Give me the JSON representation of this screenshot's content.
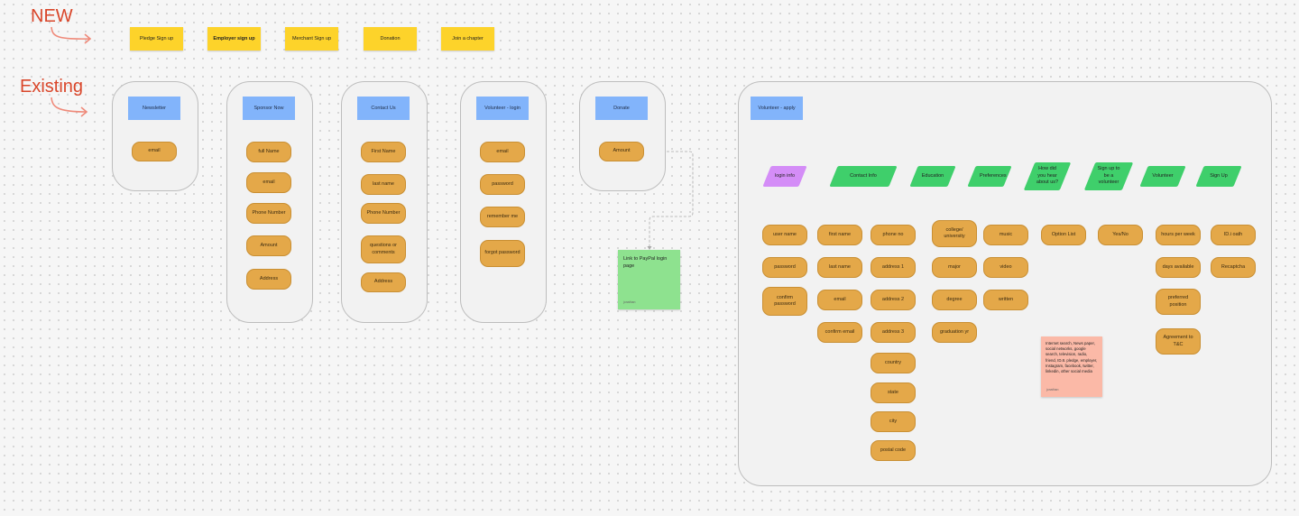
{
  "labels": {
    "new": "NEW",
    "existing": "Existing"
  },
  "new_flows": [
    {
      "label": "Pledge Sign up"
    },
    {
      "label": "Employer sign up"
    },
    {
      "label": "Merchant Sign up"
    },
    {
      "label": "Donation"
    },
    {
      "label": "Join a chapter"
    }
  ],
  "newsletter": {
    "title": "Newsletter",
    "steps": [
      "email"
    ]
  },
  "sponsor": {
    "title": "Sponsor Now",
    "steps": [
      "full Name",
      "email",
      "Phone Number",
      "Amount",
      "Address"
    ]
  },
  "contact": {
    "title": "Contact Us",
    "steps": [
      "First Name",
      "last name",
      "Phone Number",
      "questions or comments",
      "Address"
    ]
  },
  "volunteer_login": {
    "title": "Volunteer - login",
    "steps": [
      "email",
      "password",
      "remember me",
      "forgot password"
    ]
  },
  "donate": {
    "title": "Donate",
    "steps": [
      "Amount"
    ]
  },
  "paypal_note": {
    "text": "Link to PayPal login page",
    "author": "jonathan"
  },
  "apply": {
    "title": "Volunteer - apply",
    "categories": [
      "login info",
      "Contact Info",
      "Education",
      "Preferences",
      "How did you hear about us?",
      "Sign up to be a volunteer",
      "Volunteer",
      "Sign Up"
    ],
    "login_steps": [
      "user name",
      "password",
      "confirm password"
    ],
    "contact_left": [
      "first name",
      "last name",
      "email",
      "confirm email"
    ],
    "contact_right": [
      "phone no",
      "address 1",
      "address 2",
      "address 3",
      "country",
      "state",
      "city",
      "postal code"
    ],
    "education_steps": [
      "college/ university",
      "major",
      "degree",
      "graduation yr"
    ],
    "preferences_steps": [
      "music",
      "video",
      "written"
    ],
    "hear_steps": [
      "Option List"
    ],
    "signup_vol_steps": [
      "Yes/No"
    ],
    "volunteer_steps": [
      "hours per week",
      "days available",
      "preferred position",
      "Agreement to T&C"
    ],
    "signup_steps": [
      "ID.i oath",
      "Recaptcha"
    ],
    "hear_note": {
      "text": "Internet search, News paper, social networks, google search, television, radio, friend, ID.8. pledge, employer, Instagram, facebook, twitter, linkedin, other social media",
      "author": "jonathan"
    }
  },
  "colors": {
    "sticky_yellow": "#fdd32a",
    "blue_node": "#82b4fb",
    "orange_node": "#e4a849",
    "green_node": "#3fcf6b",
    "purple_node": "#d48df7",
    "green_note": "#8ee28f",
    "pink_note": "#fbb9a7",
    "label_red": "#d9462a"
  }
}
